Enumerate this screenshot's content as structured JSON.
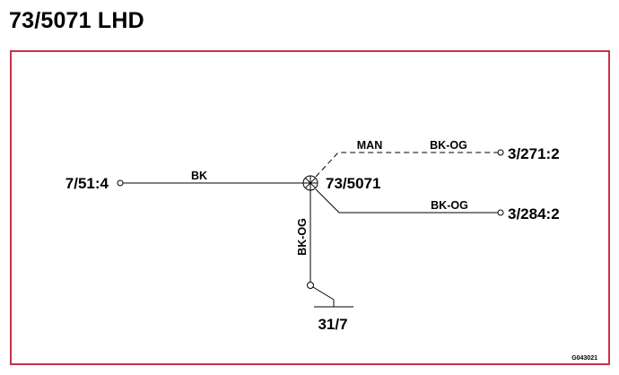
{
  "page": {
    "title": "73/5071 LHD"
  },
  "diagram": {
    "center_component": "73/5071",
    "connectors": {
      "left": "7/51:4",
      "top_right": "3/271:2",
      "bottom_right": "3/284:2",
      "ground": "31/7"
    },
    "wires": {
      "left_wire": "BK",
      "man_label": "MAN",
      "top_right_wire": "BK-OG",
      "bottom_right_wire": "BK-OG",
      "vertical_wire": "BK-OG"
    },
    "figure_code": "G043021"
  },
  "colors": {
    "frame": "#c8304a",
    "line": "#000000"
  }
}
